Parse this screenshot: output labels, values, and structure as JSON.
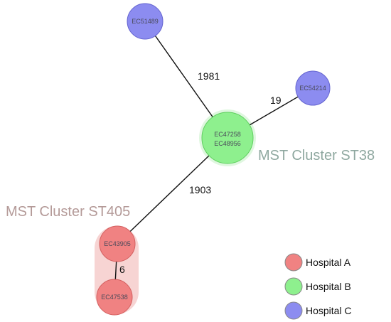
{
  "colors": {
    "hospital_a": "#f08282",
    "hospital_a_stroke": "#d35f5f",
    "hospital_b": "#8ef08e",
    "hospital_b_stroke": "#5fcf5f",
    "hospital_c": "#8c8cf0",
    "hospital_c_stroke": "#6363cf",
    "cluster_st38_text": "#8fa8a0",
    "cluster_st405_text": "#b49a98",
    "st405_halo": "#f4c6c4",
    "edge": "#111111"
  },
  "nodes": {
    "ec51489": {
      "label": "EC51489",
      "hospital": "C"
    },
    "ec54214": {
      "label": "EC54214",
      "hospital": "C"
    },
    "center": {
      "labels": [
        "EC47258",
        "EC48956"
      ],
      "hospital": "B"
    },
    "ec43905": {
      "label": "EC43905",
      "hospital": "A"
    },
    "ec47538": {
      "label": "EC47538",
      "hospital": "A"
    }
  },
  "edges": {
    "ec51489_center": {
      "label": "1981"
    },
    "ec54214_center": {
      "label": "19"
    },
    "center_ec43905": {
      "label": "1903"
    },
    "ec43905_ec47538": {
      "label": "6"
    }
  },
  "clusters": {
    "st38": {
      "label": "MST Cluster ST38"
    },
    "st405": {
      "label": "MST Cluster ST405"
    }
  },
  "legend": [
    {
      "label": "Hospital A",
      "color": "#f08282"
    },
    {
      "label": "Hospital B",
      "color": "#8ef08e"
    },
    {
      "label": "Hospital C",
      "color": "#8c8cf0"
    }
  ]
}
